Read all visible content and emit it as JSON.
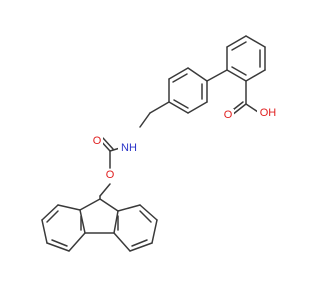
{
  "colors": {
    "bond": "#3a3a3a",
    "oxygen": "#e02020",
    "nitrogen": "#2b35c8"
  },
  "molecule": {
    "atoms": [
      {
        "id": "o_carbonyl_acid",
        "label": "O",
        "color": "oxygen"
      },
      {
        "id": "oh_acid",
        "label": "OH",
        "color": "oxygen"
      },
      {
        "id": "nh_amide",
        "label": "NH",
        "color": "nitrogen"
      },
      {
        "id": "o_carbonyl_carbamate",
        "label": "O",
        "color": "oxygen"
      },
      {
        "id": "o_ester",
        "label": "O",
        "color": "oxygen"
      }
    ]
  }
}
